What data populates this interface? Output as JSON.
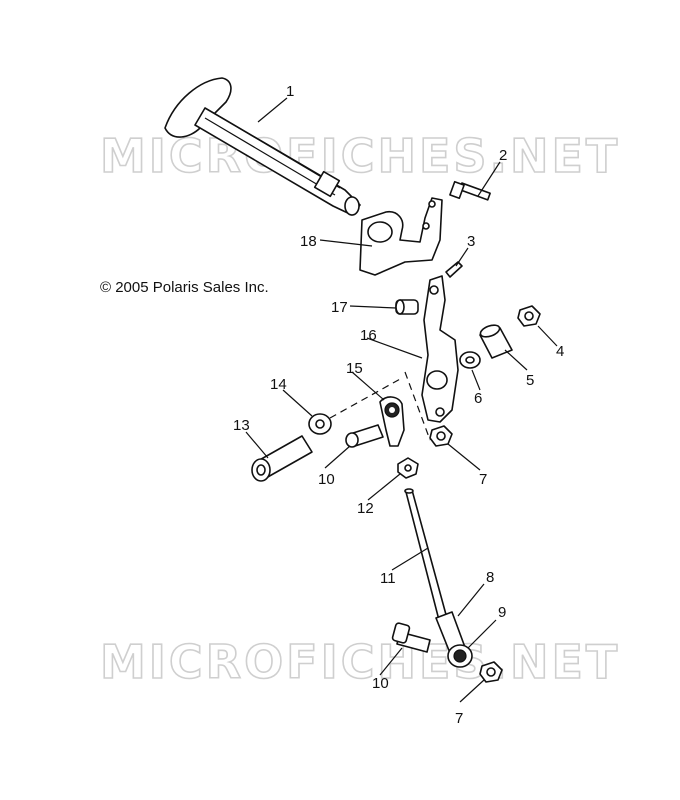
{
  "copyright": "© 2005 Polaris Sales Inc.",
  "watermarks": [
    "MICROFICHES.NET",
    "MICROFICHES.NET"
  ],
  "callouts": [
    "1",
    "2",
    "3",
    "4",
    "5",
    "6",
    "7",
    "7",
    "8",
    "9",
    "10",
    "10",
    "11",
    "12",
    "13",
    "14",
    "15",
    "16",
    "17",
    "18"
  ]
}
